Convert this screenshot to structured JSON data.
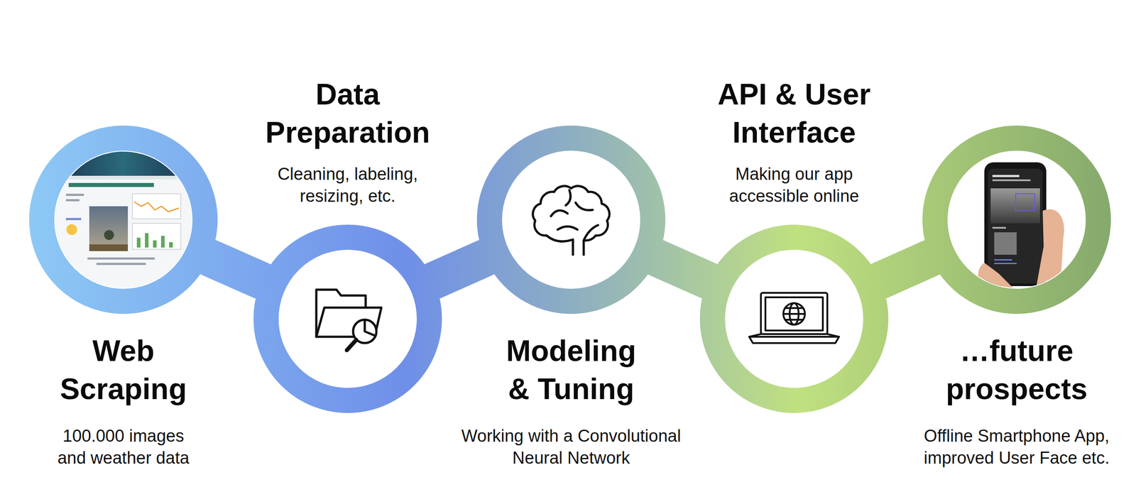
{
  "diagram": {
    "nodes": [
      {
        "text": [
          "Web Scraping",
          "100.000 images and weather data"
        ]
      },
      {
        "text": [
          "Data Preparation",
          "Cleaning, labeling, resizing, etc."
        ]
      },
      {
        "text": [
          "Modeling & Tuning",
          "Working with a Convolutional Neural Network"
        ]
      },
      {
        "text": [
          "API & User Interface",
          "Making our app accessible online"
        ]
      },
      {
        "text": [
          "…future prospects",
          "Offline Smartphone App, improved User Face etc."
        ]
      }
    ],
    "edges": [
      {
        "from": 0,
        "to": 1,
        "arrow": "none"
      },
      {
        "from": 1,
        "to": 2,
        "arrow": "none"
      },
      {
        "from": 2,
        "to": 3,
        "arrow": "none"
      },
      {
        "from": 3,
        "to": 4,
        "arrow": "none"
      }
    ]
  }
}
